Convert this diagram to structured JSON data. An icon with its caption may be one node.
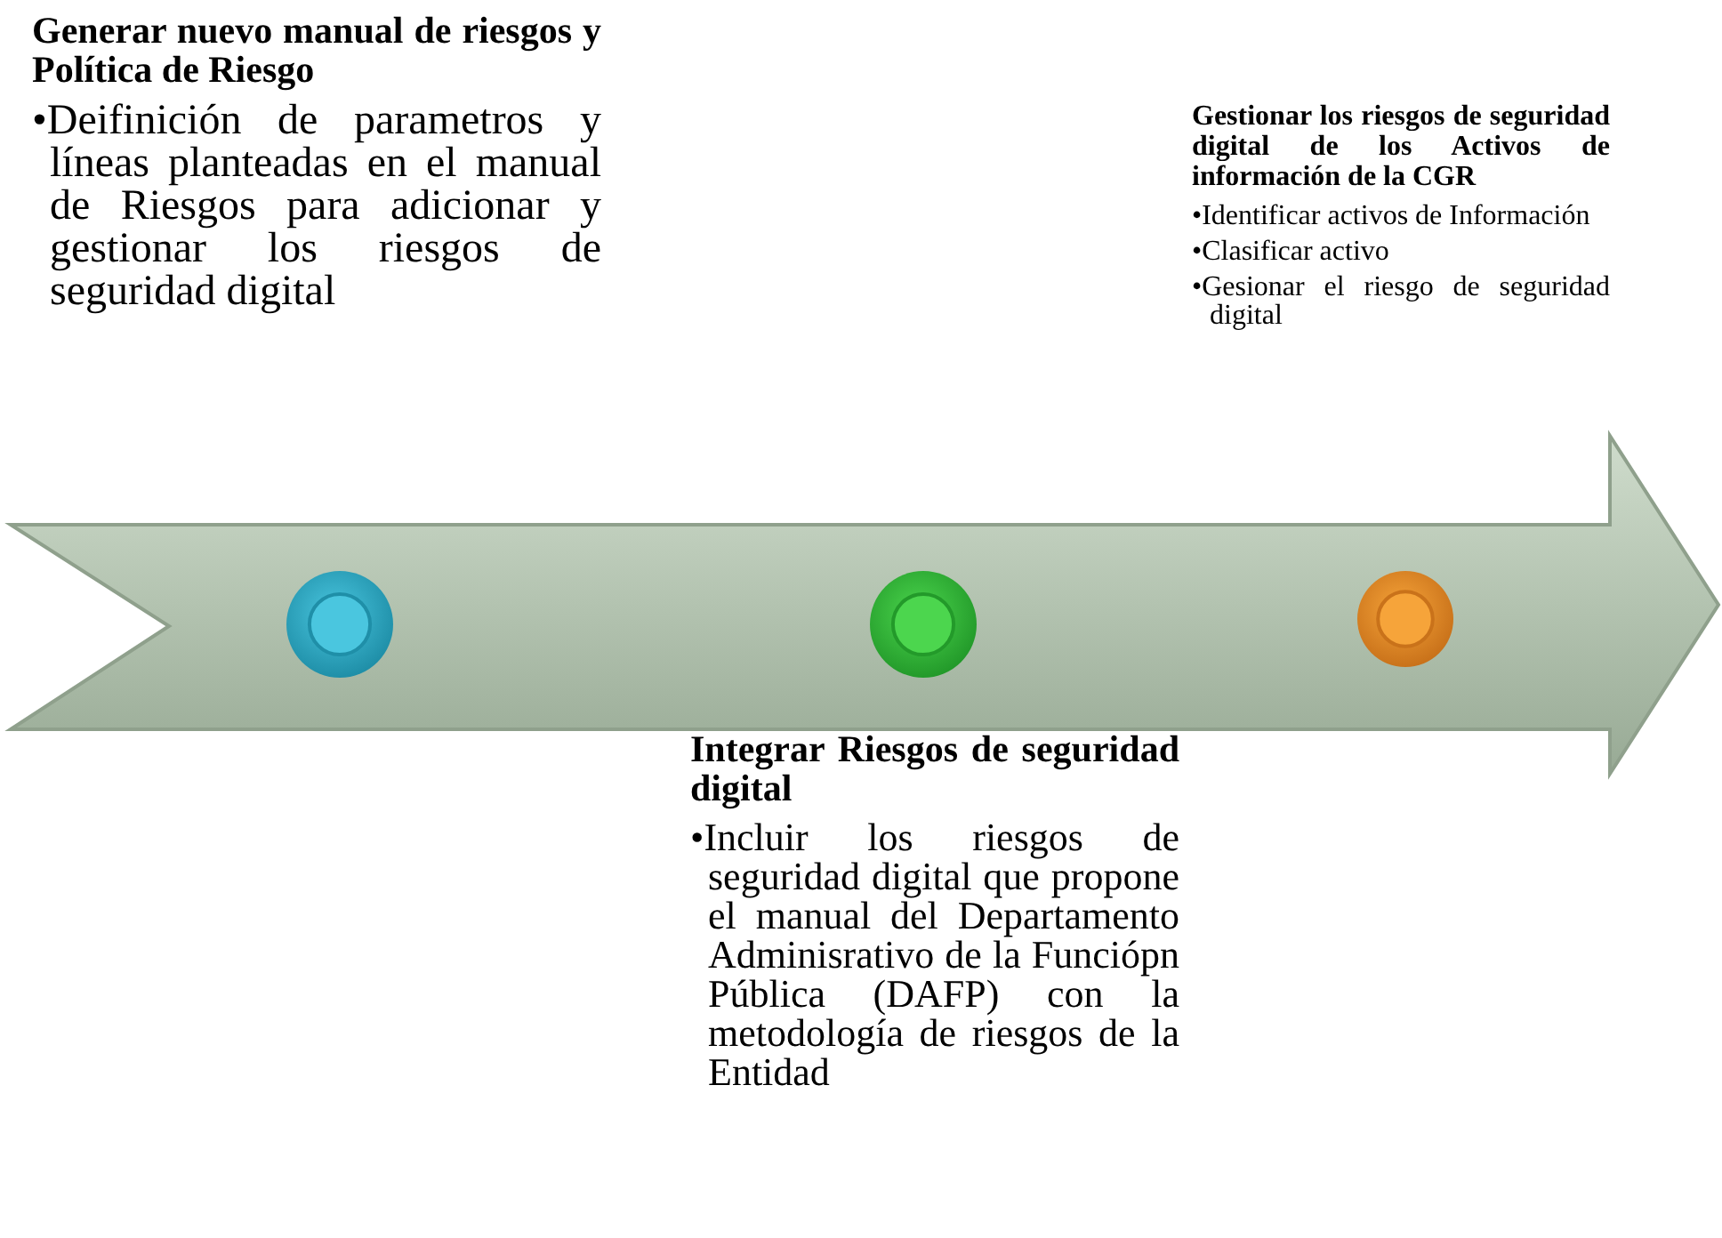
{
  "diagram": {
    "nodes": [
      {
        "text": [
          "Generar nuevo manual de riesgos y Política de Riesgo",
          "•Deifinición de parametros y líneas planteadas en el manual de Riesgos para adicionar y gestionar los riesgos de seguridad digital"
        ]
      },
      {
        "text": [
          "Integrar Riesgos de seguridad digital",
          "•Incluir los riesgos de seguridad digital que propone el manual del Departamento Adminisrativo de la Funciópn Pública (DAFP) con la metodología de riesgos de la Entidad"
        ]
      },
      {
        "text": [
          "Gestionar los riesgos de seguridad digital de los Activos de información de la CGR",
          "•Identificar activos de Información",
          "•Clasificar activo",
          "•Gesionar el riesgo de seguridad digital"
        ]
      },
      {
        "text": [],
        "shape": "arrow"
      },
      {
        "text": [],
        "shape": "circle",
        "in": 3
      },
      {
        "text": [],
        "shape": "circle",
        "in": 3
      },
      {
        "text": [],
        "shape": "circle",
        "in": 3
      }
    ],
    "edges": []
  }
}
